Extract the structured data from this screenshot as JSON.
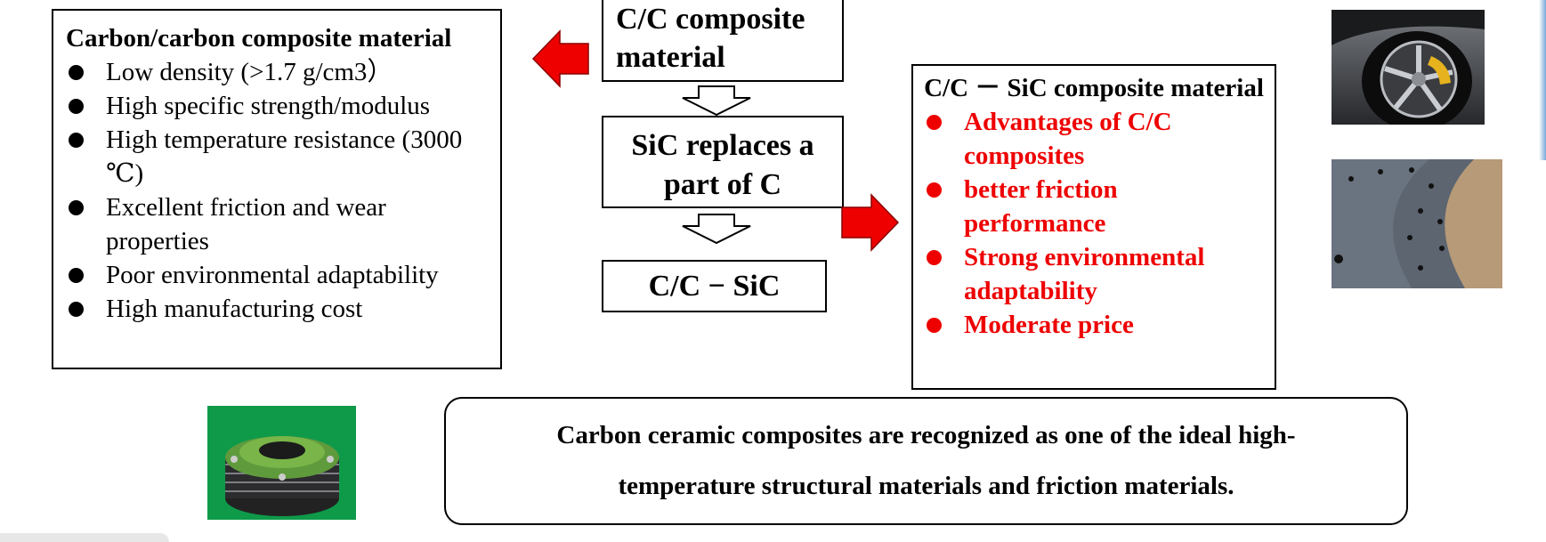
{
  "left_box": {
    "title": "Carbon/carbon composite material",
    "items": [
      "Low density (>1.7 g/cm3）",
      "High specific strength/modulus",
      "High temperature resistance (3000 ℃)",
      "Excellent friction and wear properties",
      "Poor environmental adaptability",
      "High manufacturing cost"
    ]
  },
  "center": {
    "cc_label": "C/C composite material",
    "sic_replaces": "SiC replaces a part of C",
    "ccsic_label": "C/C − SiC"
  },
  "right_box": {
    "title": "C/C － SiC composite material",
    "items": [
      "Advantages of C/C composites",
      "better friction performance",
      "Strong environmental adaptability",
      "Moderate price"
    ]
  },
  "summary": {
    "text": "Carbon ceramic composites are recognized as one of the ideal high-temperature structural materials and friction materials."
  },
  "colors": {
    "arrow_red": "#ee0000",
    "highlight_text": "#ee0000"
  },
  "images": {
    "car_wheel": "car-wheel-photo",
    "brake_disc": "brake-disc-photo",
    "brake_assembly": "brake-assembly-photo"
  }
}
